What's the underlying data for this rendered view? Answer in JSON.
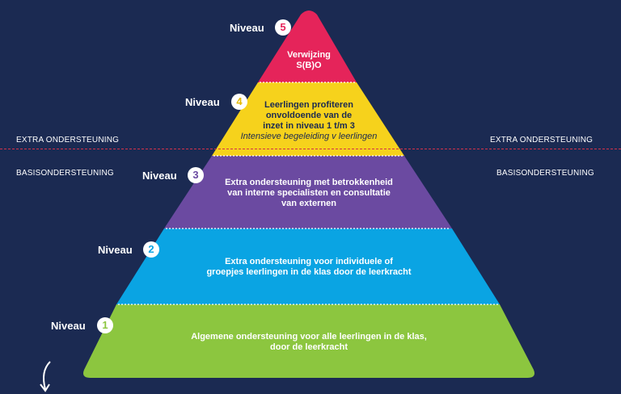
{
  "colors": {
    "background": "#1b2a52",
    "level5": "#e5245a",
    "level4": "#f6d21c",
    "level3": "#6b4aa1",
    "level2": "#0aa4e3",
    "level1": "#8cc63f",
    "divider": "#d3324a"
  },
  "divider": {
    "left_top": "EXTRA ONDERSTEUNING",
    "right_top": "EXTRA ONDERSTEUNING",
    "left_bottom": "BASISONDERSTEUNING",
    "right_bottom": "BASISONDERSTEUNING"
  },
  "levels": [
    {
      "label": "Niveau",
      "number": "5",
      "lines": [
        "Verwijzing",
        "S(B)O"
      ]
    },
    {
      "label": "Niveau",
      "number": "4",
      "lines": [
        "Leerlingen profiteren",
        "onvoldoende van de",
        "inzet in niveau 1 t/m 3"
      ],
      "italic": "Intensieve begeleiding v leerlingen"
    },
    {
      "label": "Niveau",
      "number": "3",
      "lines": [
        "Extra ondersteuning met betrokkenheid",
        "van interne specialisten en consultatie",
        "van externen"
      ]
    },
    {
      "label": "Niveau",
      "number": "2",
      "lines": [
        "Extra ondersteuning voor individuele of",
        "groepjes leerlingen in de klas door de leerkracht"
      ]
    },
    {
      "label": "Niveau",
      "number": "1",
      "lines": [
        "Algemene ondersteuning voor alle leerlingen in de klas,",
        "door de leerkracht"
      ]
    }
  ],
  "icons": {
    "arrow": "curved-arrow-down-icon"
  }
}
